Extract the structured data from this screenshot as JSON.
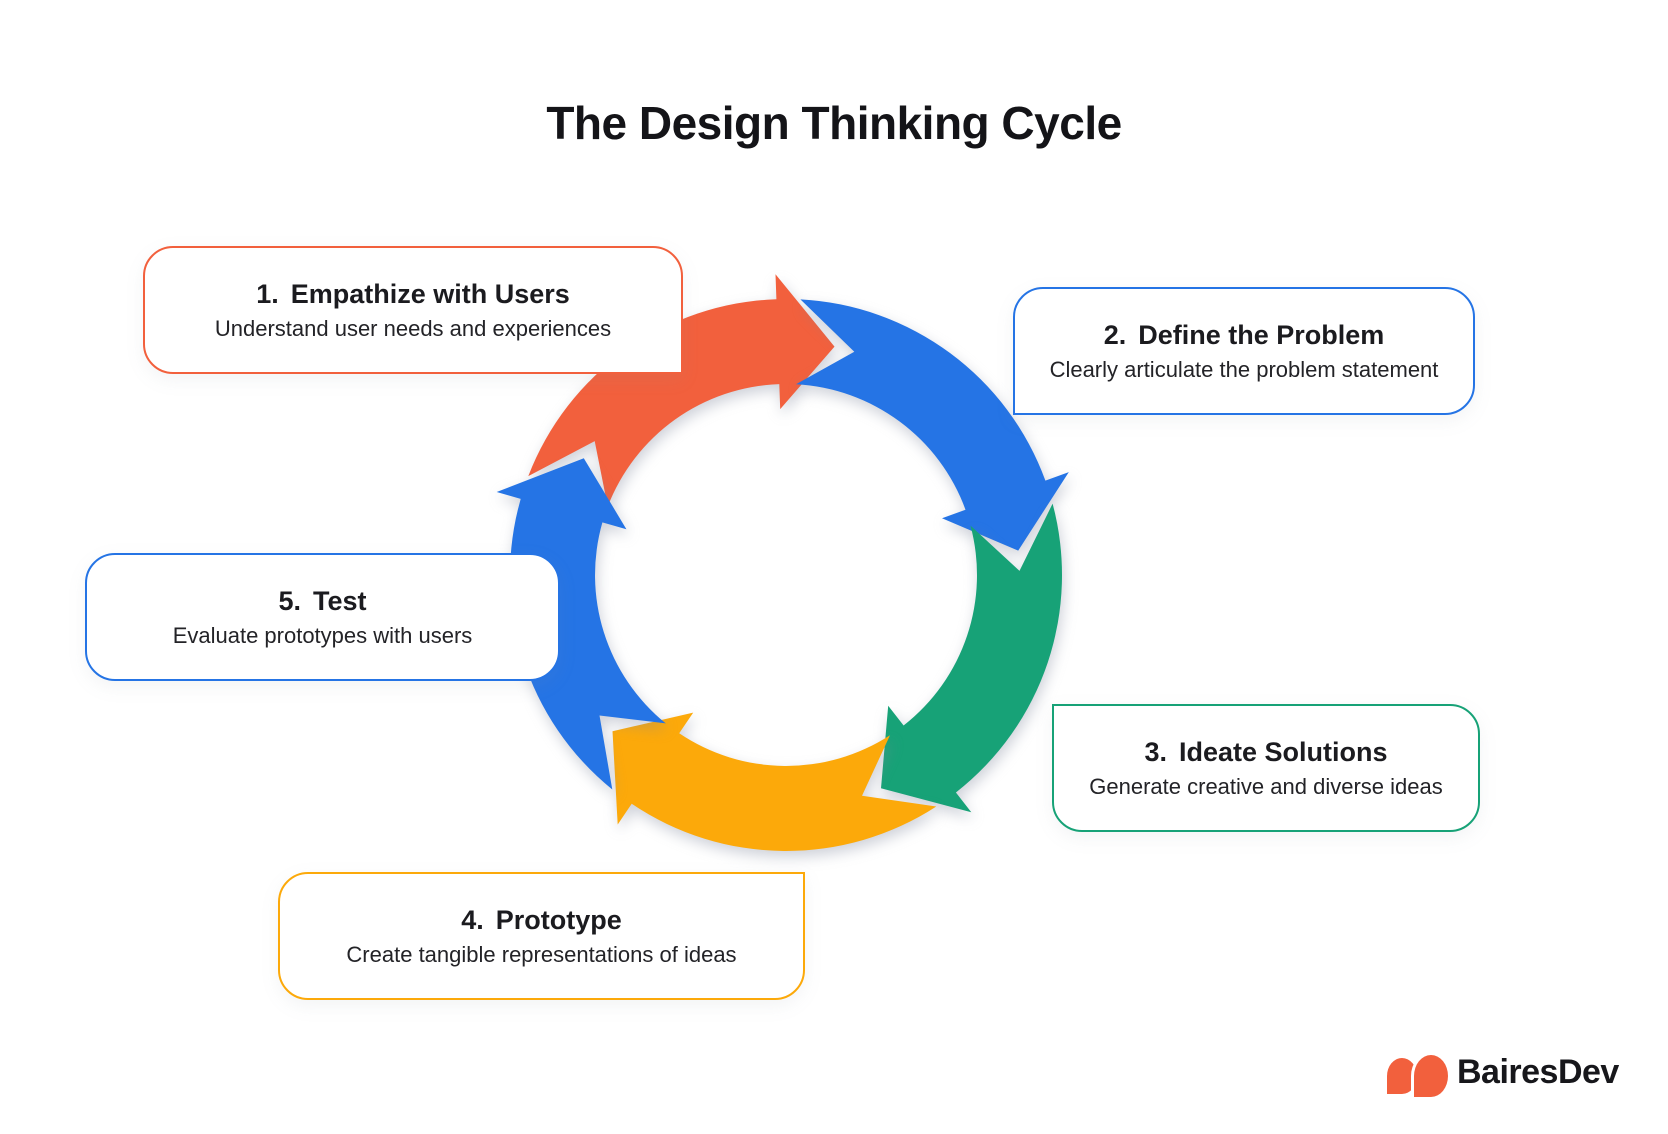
{
  "title": "The Design Thinking Cycle",
  "steps": [
    {
      "number": "1.",
      "title": "Empathize with Users",
      "subtitle": "Understand user needs and experiences",
      "color": "#F2603D"
    },
    {
      "number": "2.",
      "title": "Define the Problem",
      "subtitle": "Clearly articulate the problem statement",
      "color": "#2574E5"
    },
    {
      "number": "3.",
      "title": "Ideate Solutions",
      "subtitle": "Generate creative and diverse ideas",
      "color": "#17A277"
    },
    {
      "number": "4.",
      "title": "Prototype",
      "subtitle": "Create tangible representations of ideas",
      "color": "#FCA90A"
    },
    {
      "number": "5.",
      "title": "Test",
      "subtitle": "Evaluate prototypes with users",
      "color": "#2574E5"
    }
  ],
  "cycle": {
    "segments": [
      {
        "name": "empathize",
        "color": "#F2603D",
        "tip_deg": 12
      },
      {
        "name": "define",
        "color": "#2574E5",
        "tip_deg": 84
      },
      {
        "name": "ideate",
        "color": "#17A277",
        "tip_deg": 156
      },
      {
        "name": "prototype",
        "color": "#FCA90A",
        "tip_deg": 228
      },
      {
        "name": "test",
        "color": "#2574E5",
        "tip_deg": 300
      }
    ]
  },
  "logo": {
    "text": "BairesDev",
    "mark_color": "#F2603D",
    "text_color": "#17171b"
  }
}
